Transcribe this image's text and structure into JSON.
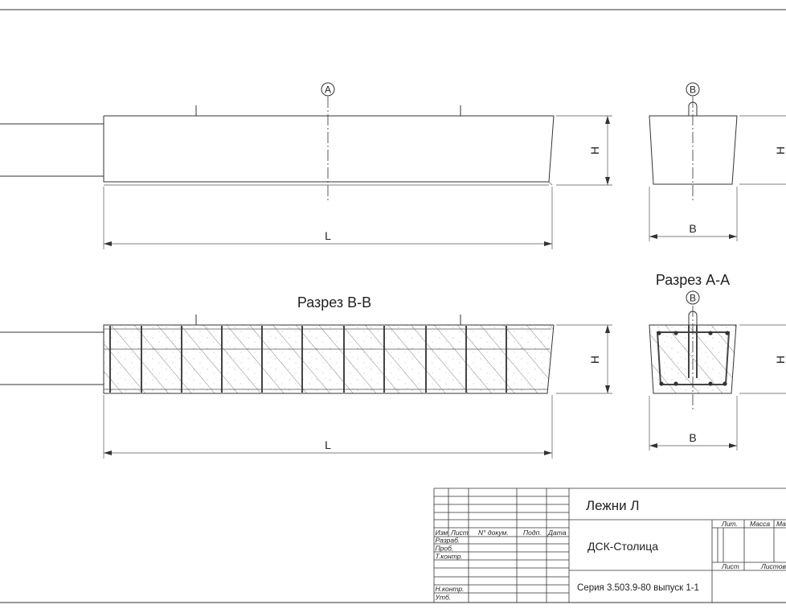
{
  "views": {
    "front_axis_label": "A",
    "side_axis_label": "B",
    "section_axis_label": "B",
    "front_length_label": "L",
    "front_height_label": "H",
    "side_height_label": "H",
    "side_width_label": "B",
    "section_bb_title": "Разрез B-B",
    "section_bb_length_label": "L",
    "section_bb_height_label": "H",
    "section_aa_title": "Разрез А-А",
    "section_aa_height_label": "H",
    "section_aa_width_label": "B"
  },
  "title_block": {
    "headers": {
      "izm": "Изм",
      "list": "Лист",
      "doc": "N° докум.",
      "sign": "Подп.",
      "date": "Дата"
    },
    "roles": {
      "dev": "Разраб.",
      "check": "Проб.",
      "tcontrol": "Т.контр.",
      "ncontrol": "Н.контр.",
      "approve": "Утб."
    },
    "product_name": "Лежни Л",
    "organization": "ДСК-Столица",
    "series": "Серия 3.503.9-80 выпуск 1-1",
    "lit": "Лит.",
    "mass": "Масса",
    "scale": "Ма",
    "sheet": "Лист",
    "sheets": "Листов"
  }
}
